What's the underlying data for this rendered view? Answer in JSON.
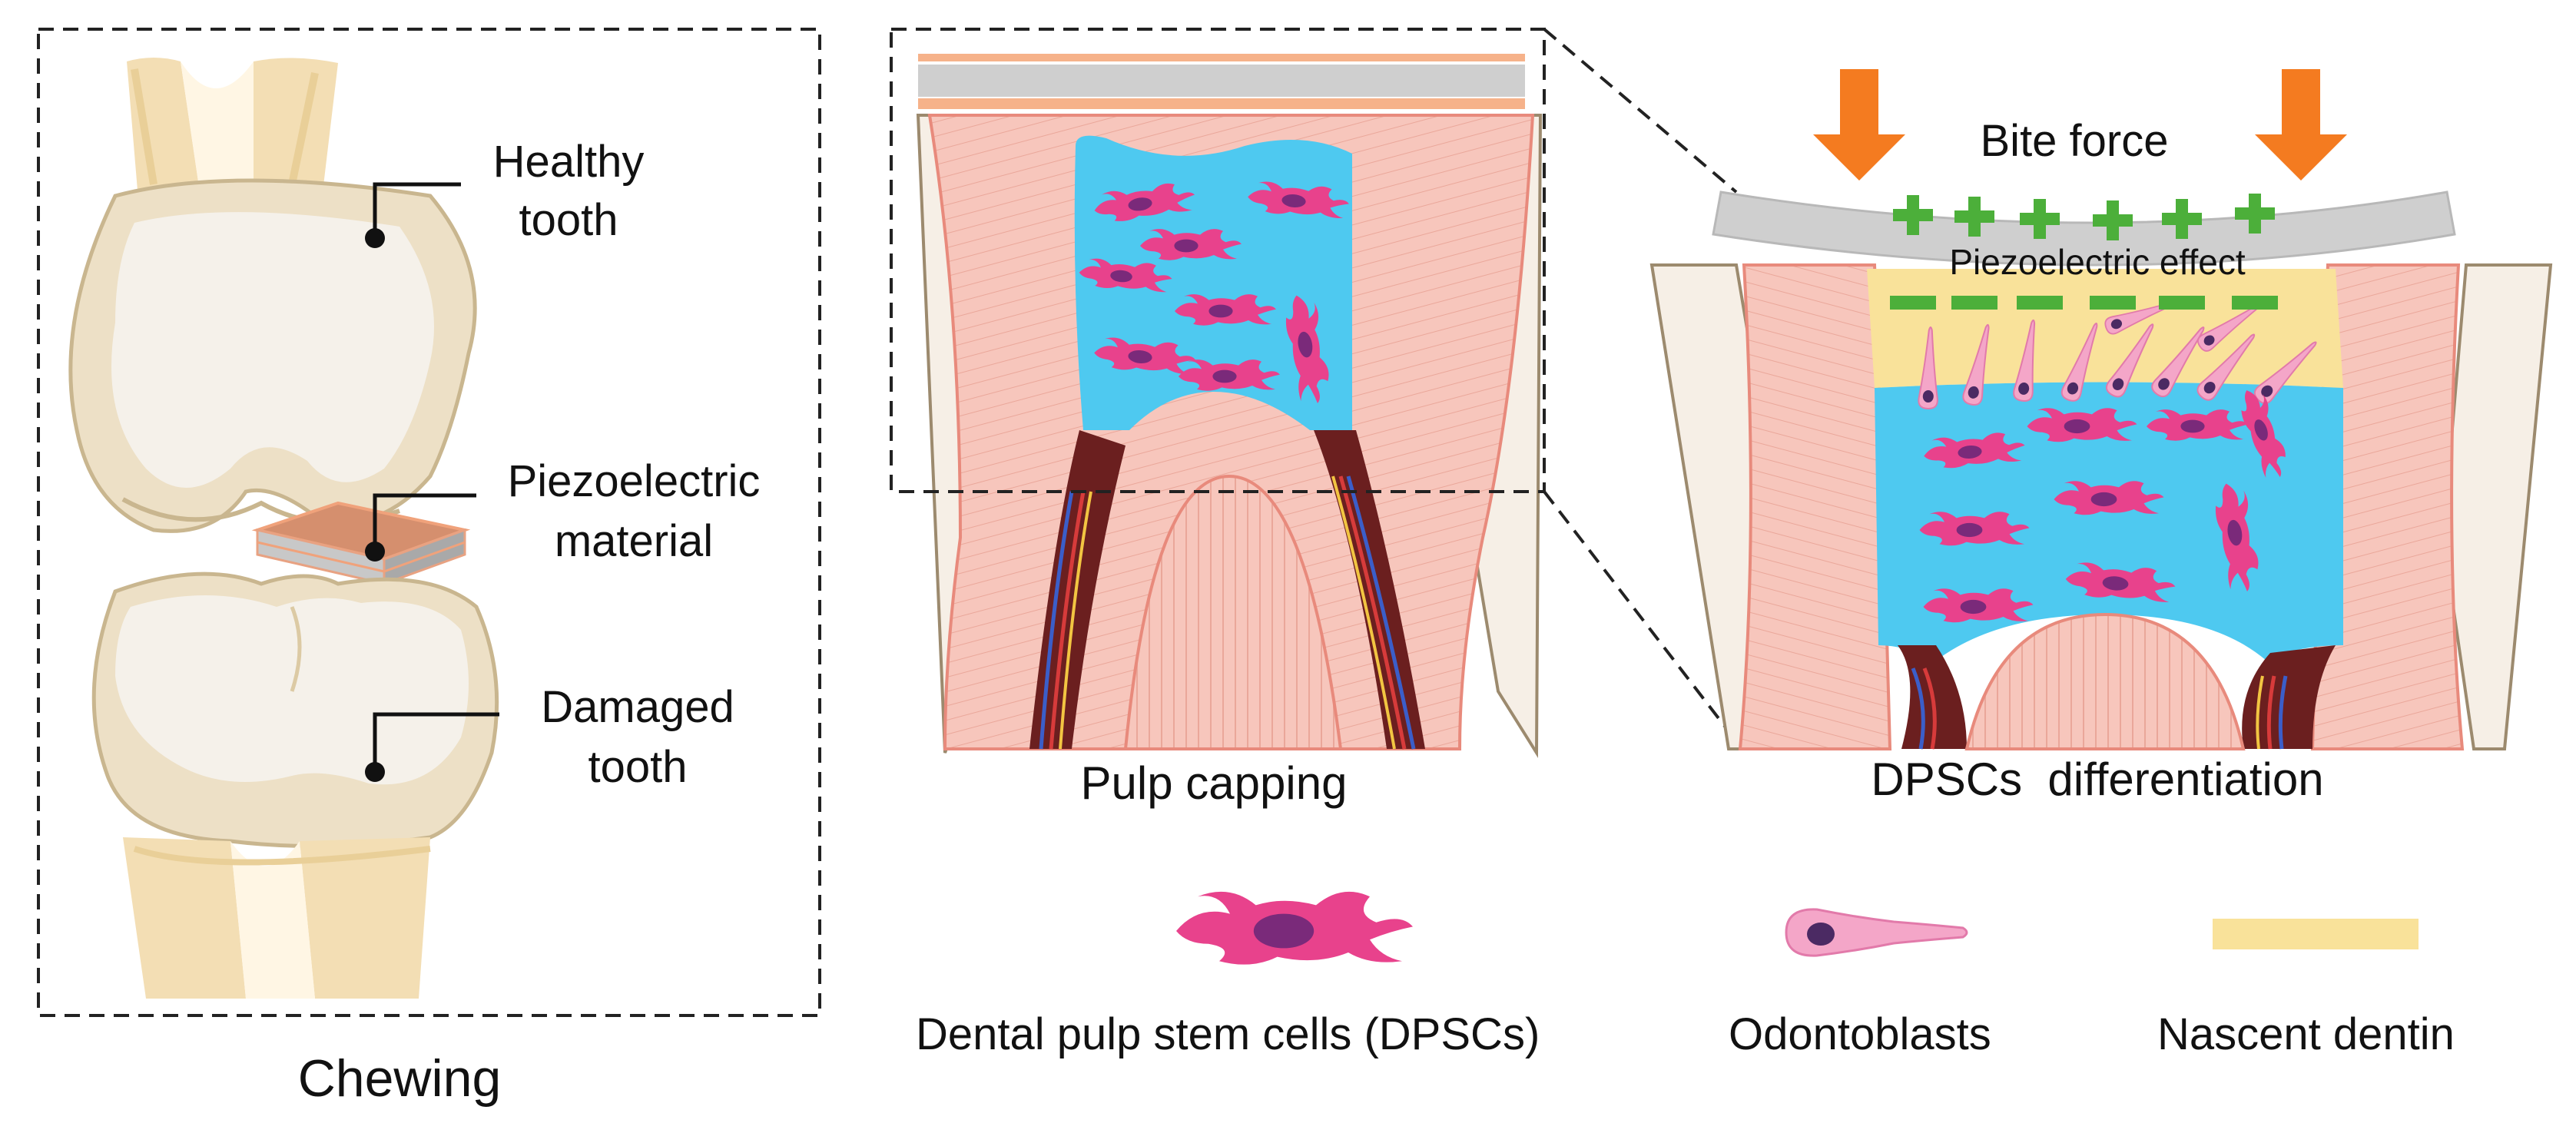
{
  "chewing_panel": {
    "caption": "Chewing",
    "healthy_label": [
      "Healthy",
      "tooth"
    ],
    "material_label": [
      "Piezoelectric",
      "material"
    ],
    "damaged_label": [
      "Damaged",
      "tooth"
    ]
  },
  "pulp_panel": {
    "caption": "Pulp capping"
  },
  "differentiation_panel": {
    "caption": "DPSCs  differentiation",
    "force_label": "Bite force",
    "effect_label": "Piezoelectric effect"
  },
  "legend": [
    {
      "label": "Dental pulp stem cells (DPSCs)",
      "icon": "dpsc-cell-icon"
    },
    {
      "label": "Odontoblasts",
      "icon": "odontoblast-icon"
    },
    {
      "label": "Nascent dentin",
      "icon": "nascent-dentin-swatch"
    }
  ],
  "colors": {
    "pulp": "#4ec9f0",
    "cell": "#e8428c",
    "cell_nucleus": "#7a2a7a",
    "odontoblast": "#f4a6c8",
    "dentin_gum": "#f6c3b9",
    "nascent_dentin": "#f9e29a",
    "bite_arrow": "#f47b20",
    "positive_charge": "#4caf3a",
    "negative_charge": "#4caf3a",
    "piezo_layer": "#d4896a"
  }
}
